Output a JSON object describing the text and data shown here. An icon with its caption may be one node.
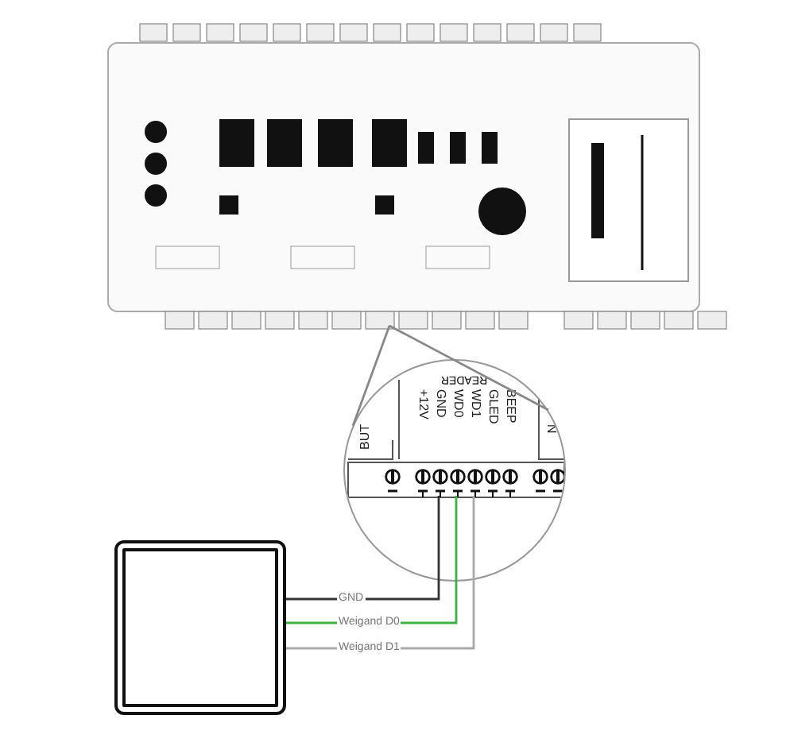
{
  "diagram": {
    "nodes": [
      {
        "text": [],
        "shape": "picture"
      },
      {
        "text": [
          "READER"
        ]
      },
      {
        "text": [
          "+12V"
        ],
        "in": 1
      },
      {
        "text": [
          "GND"
        ],
        "in": 1
      },
      {
        "text": [
          "WD0"
        ],
        "in": 1
      },
      {
        "text": [
          "WD1"
        ],
        "in": 1
      },
      {
        "text": [
          "GLED"
        ],
        "in": 1
      },
      {
        "text": [
          "BEEP"
        ],
        "in": 1
      },
      {
        "text": [],
        "shape": "box"
      }
    ],
    "edges": [
      {
        "from": 1,
        "to": 0,
        "arrow": "none",
        "color": "#888888"
      },
      {
        "from": 8,
        "to": 3,
        "arrow": "none",
        "label": "GND"
      },
      {
        "from": 8,
        "to": 4,
        "arrow": "none",
        "label": "Weigand D0",
        "color": "#3cb043"
      },
      {
        "from": 8,
        "to": 5,
        "arrow": "none",
        "label": "Weigand D1",
        "color": "#aaaaaa"
      }
    ],
    "labels": [
      "BUT",
      "N"
    ]
  }
}
